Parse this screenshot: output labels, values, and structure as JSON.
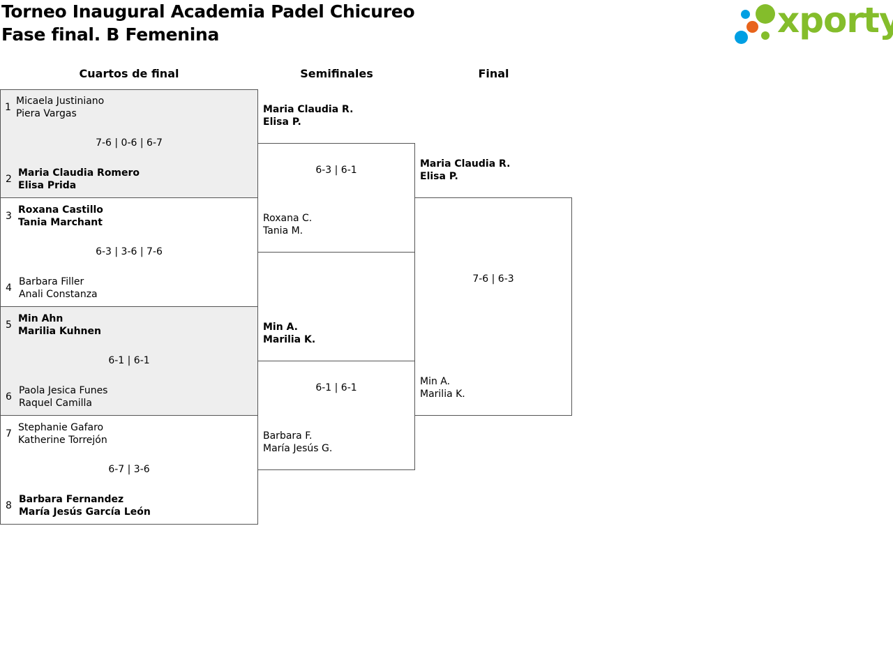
{
  "header": {
    "title": "Torneo Inaugural Academia Padel Chicureo",
    "subtitle": "Fase final. B Femenina"
  },
  "logo": {
    "text": "xporty",
    "colors": [
      "#009fe3",
      "#84bd2b",
      "#e8641b"
    ]
  },
  "rounds": [
    "Cuartos de final",
    "Semifinales",
    "Final"
  ],
  "quarterfinals": [
    {
      "score": "7-6 | 0-6 | 6-7",
      "top": {
        "seed": "1",
        "p1": "Micaela Justiniano",
        "p2": "Piera Vargas"
      },
      "bottom": {
        "seed": "2",
        "p1": "Maria Claudia Romero",
        "p2": "Elisa Prida"
      }
    },
    {
      "score": "6-3 | 3-6 | 7-6",
      "top": {
        "seed": "3",
        "p1": "Roxana Castillo",
        "p2": "Tania Marchant"
      },
      "bottom": {
        "seed": "4",
        "p1": "Barbara Filler",
        "p2": "Anali Constanza"
      }
    },
    {
      "score": "6-1 | 6-1",
      "top": {
        "seed": "5",
        "p1": "Min Ahn",
        "p2": "Marilia Kuhnen"
      },
      "bottom": {
        "seed": "6",
        "p1": "Paola Jesica Funes",
        "p2": "Raquel Camilla"
      }
    },
    {
      "score": "6-7 | 3-6",
      "top": {
        "seed": "7",
        "p1": "Stephanie Gafaro",
        "p2": "Katherine Torrejón"
      },
      "bottom": {
        "seed": "8",
        "p1": "Barbara Fernandez",
        "p2": "María Jesús García León"
      }
    }
  ],
  "semifinals": [
    {
      "score": "6-3 | 6-1",
      "top": {
        "p1": "Maria Claudia R.",
        "p2": "Elisa P."
      },
      "bottom": {
        "p1": "Roxana C.",
        "p2": "Tania M."
      }
    },
    {
      "score": "6-1 | 6-1",
      "top": {
        "p1": "Min A.",
        "p2": "Marilia K."
      },
      "bottom": {
        "p1": "Barbara F.",
        "p2": "María Jesús G."
      }
    }
  ],
  "final": {
    "score": "7-6 | 6-3",
    "top": {
      "p1": "Maria Claudia R.",
      "p2": "Elisa P."
    },
    "bottom": {
      "p1": "Min A.",
      "p2": "Marilia K."
    }
  }
}
